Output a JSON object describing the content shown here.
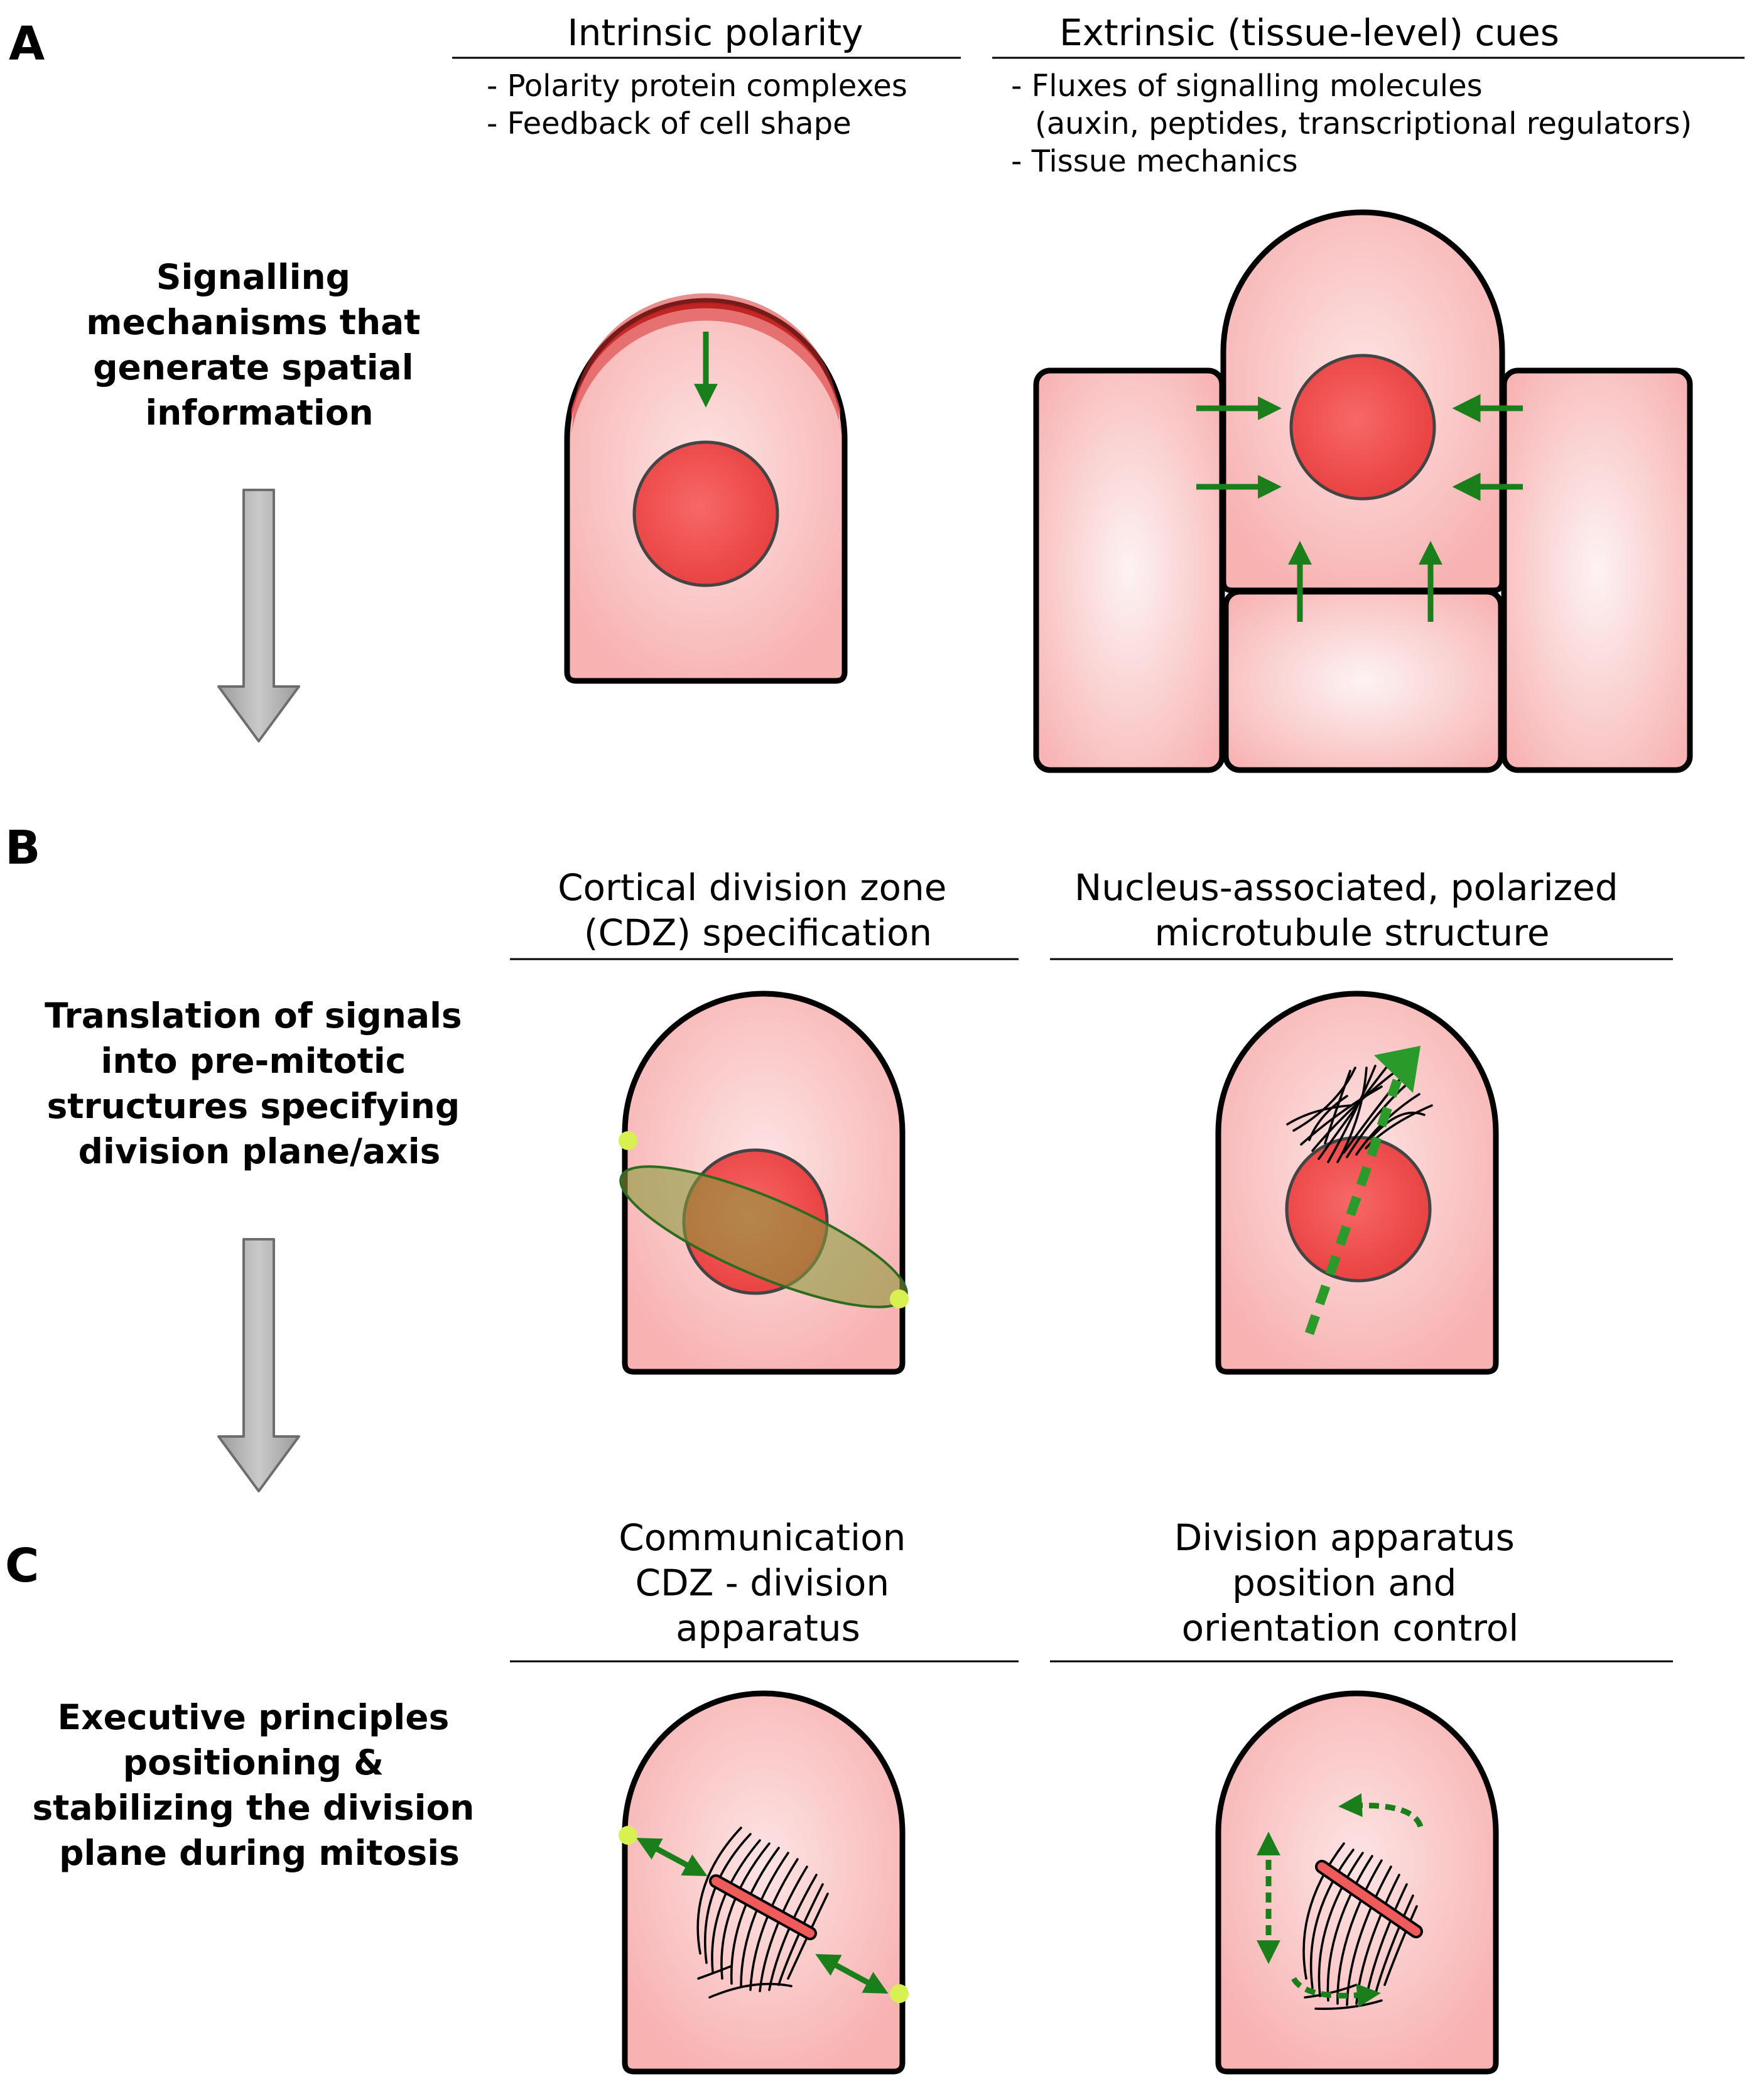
{
  "panels": {
    "A": {
      "letter": "A",
      "side_label": [
        "Signalling",
        "mechanisms that",
        "generate spatial",
        "information"
      ],
      "left": {
        "heading": [
          "Intrinsic polarity"
        ],
        "bullets": [
          "- Polarity protein complexes",
          "- Feedback of cell shape"
        ]
      },
      "right": {
        "heading": [
          "Extrinsic (tissue-level) cues"
        ],
        "bullets": [
          "- Fluxes of signalling molecules",
          "(auxin, peptides, transcriptional regulators)",
          "- Tissue mechanics"
        ]
      }
    },
    "B": {
      "letter": "B",
      "side_label": [
        "Translation of signals",
        "into pre-mitotic",
        "structures specifying",
        "division plane/axis"
      ],
      "left": {
        "heading": [
          "Cortical division zone",
          "(CDZ) specification"
        ]
      },
      "right": {
        "heading": [
          "Nucleus-associated, polarized",
          "microtubule structure"
        ]
      }
    },
    "C": {
      "letter": "C",
      "side_label": [
        "Executive principles",
        "positioning &",
        "stabilizing the division",
        "plane during mitosis"
      ],
      "left": {
        "heading": [
          "Communication",
          "CDZ - division",
          "apparatus"
        ]
      },
      "right": {
        "heading": [
          "Division apparatus",
          "position and",
          "orientation control"
        ]
      }
    }
  },
  "colors": {
    "cell_fill": "#f8b2b2",
    "cell_center": "#fde4e4",
    "nucleus": "#ee4a4a",
    "signal_arrow": "#1a7f1a",
    "cdz_marker": "#d8f050",
    "flow_arrow": "#a8a8a8",
    "polarity_cap": "#c51d1d"
  }
}
